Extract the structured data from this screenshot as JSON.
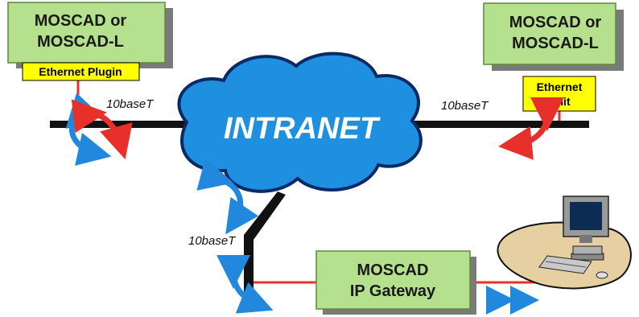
{
  "colors": {
    "box_fill": "#b5e08e",
    "box_border": "#5d8a3c",
    "box_shadow": "#7a7a7a",
    "tag_fill": "#ffff00",
    "link_red": "#e8302a",
    "cable_black": "#111111",
    "cloud_blue": "#1f8fe0",
    "arrow_blue": "#2288dd",
    "desk_fill": "#e6cfa0"
  },
  "units": {
    "left": {
      "title_line1": "MOSCAD or",
      "title_line2": "MOSCAD-L",
      "plugin_label": "Ethernet Plugin"
    },
    "right": {
      "title_line1": "MOSCAD or",
      "title_line2": "MOSCAD-L",
      "unit_line1": "Ethernet",
      "unit_line2": "Unit"
    },
    "gateway": {
      "line1": "MOSCAD",
      "line2": "IP Gateway"
    }
  },
  "network": {
    "cloud_label": "INTRANET",
    "link_left": "10baseT",
    "link_right": "10baseT",
    "link_bottom": "10baseT"
  },
  "icons": {
    "workstation": "computer-workstation-icon",
    "bidirectional": "two-way-arrow-icon"
  }
}
